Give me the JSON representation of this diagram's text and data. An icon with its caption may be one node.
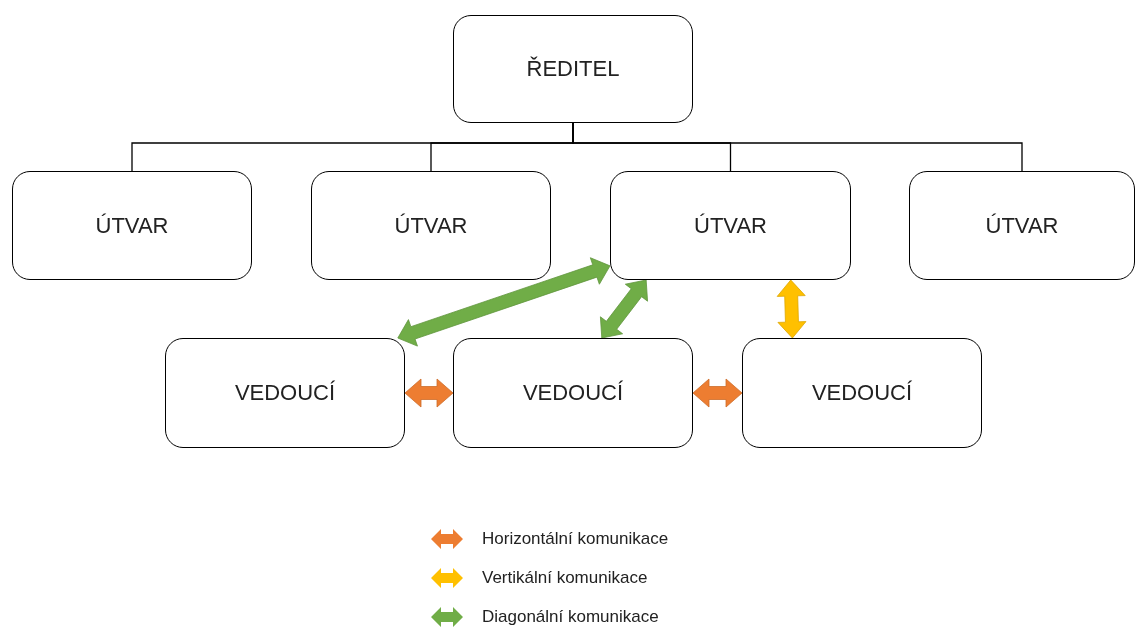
{
  "diagram": {
    "nodes": [
      {
        "text": [
          "ŘEDITEL"
        ]
      },
      {
        "text": [
          "ÚTVAR"
        ]
      },
      {
        "text": [
          "ÚTVAR"
        ]
      },
      {
        "text": [
          "ÚTVAR"
        ]
      },
      {
        "text": [
          "ÚTVAR"
        ]
      },
      {
        "text": [
          "VEDOUCÍ"
        ]
      },
      {
        "text": [
          "VEDOUCÍ"
        ]
      },
      {
        "text": [
          "VEDOUCÍ"
        ]
      }
    ],
    "edges": [
      {
        "from": 0,
        "to": 1,
        "arrow": "none"
      },
      {
        "from": 0,
        "to": 2,
        "arrow": "none"
      },
      {
        "from": 0,
        "to": 3,
        "arrow": "none"
      },
      {
        "from": 0,
        "to": 4,
        "arrow": "none"
      },
      {
        "from": 3,
        "to": 5,
        "arrow": "both",
        "style": "thick",
        "color": "#70ad47"
      },
      {
        "from": 3,
        "to": 6,
        "arrow": "both",
        "style": "thick",
        "color": "#70ad47"
      },
      {
        "from": 3,
        "to": 7,
        "arrow": "both",
        "style": "thick",
        "color": "#ffc000"
      },
      {
        "from": 5,
        "to": 6,
        "arrow": "both",
        "style": "thick",
        "color": "#ed7d31"
      },
      {
        "from": 6,
        "to": 7,
        "arrow": "both",
        "style": "thick",
        "color": "#ed7d31"
      }
    ],
    "legend": [
      {
        "text": "Horizontální komunikace",
        "color": "#ed7d31"
      },
      {
        "text": "Vertikální komunikace",
        "color": "#ffc000"
      },
      {
        "text": "Diagonální komunikace",
        "color": "#70ad47"
      }
    ]
  }
}
